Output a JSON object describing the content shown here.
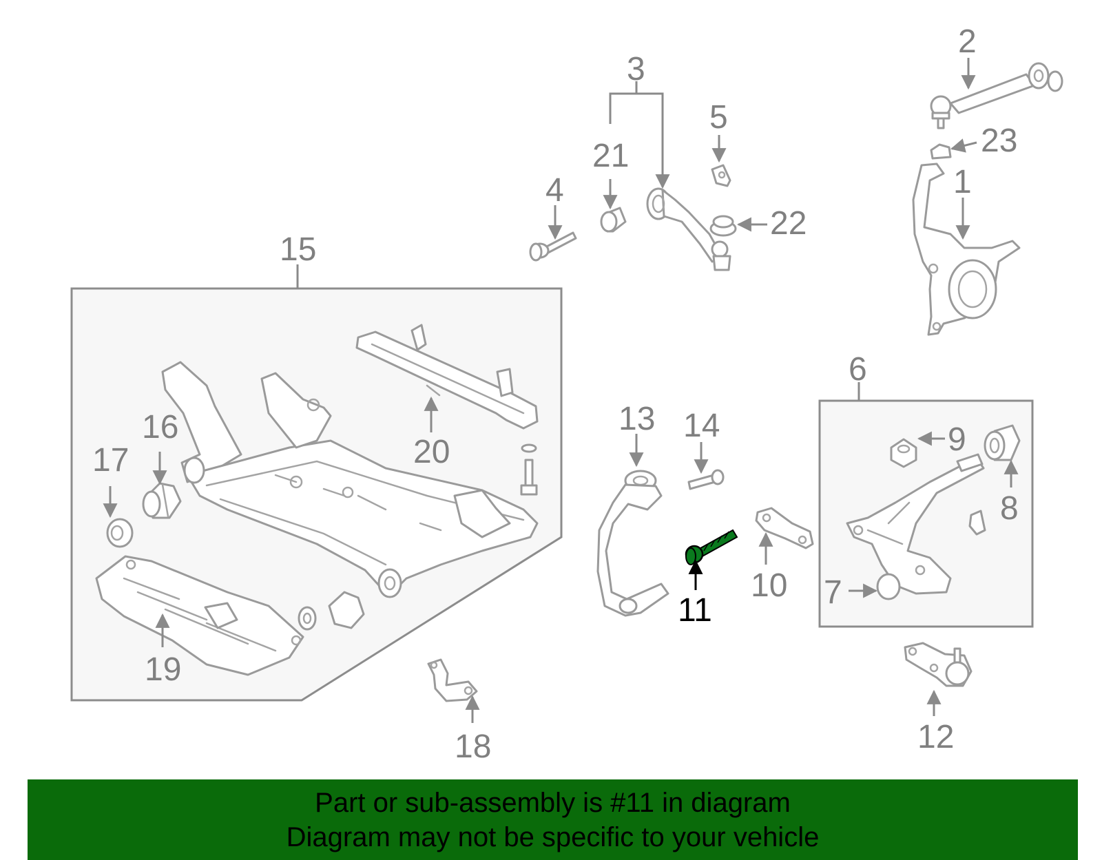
{
  "colors": {
    "banner_bg": "#0a6b0a",
    "banner_text": "#000000",
    "callout_text": "#808080",
    "highlight_text": "#000000",
    "highlight_part": "#0a7a1e",
    "line_art": "#9a9a9a"
  },
  "callouts": {
    "c1": "1",
    "c2": "2",
    "c3": "3",
    "c4": "4",
    "c5": "5",
    "c6": "6",
    "c7": "7",
    "c8": "8",
    "c9": "9",
    "c10": "10",
    "c11": "11",
    "c12": "12",
    "c13": "13",
    "c14": "14",
    "c15": "15",
    "c16": "16",
    "c17": "17",
    "c18": "18",
    "c19": "19",
    "c20": "20",
    "c21": "21",
    "c22": "22",
    "c23": "23"
  },
  "highlighted_callout": "11",
  "banner": {
    "line1": "Part or sub-assembly is #11 in diagram",
    "line2": "Diagram may not be specific to your vehicle"
  }
}
